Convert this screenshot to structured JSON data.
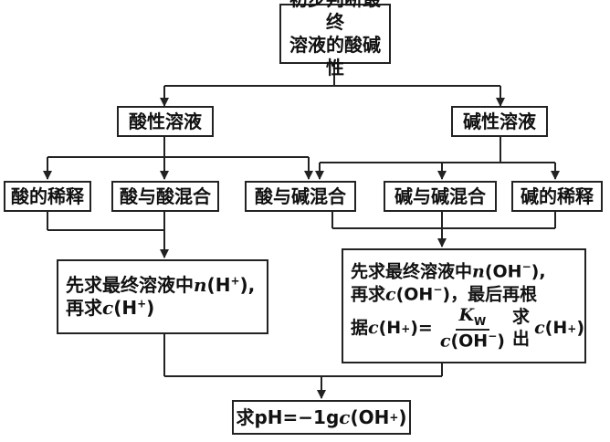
{
  "nodes": {
    "root_line1": "初步判断最终",
    "root_line2": "溶液的酸碱性",
    "acid": "酸性溶液",
    "base": "碱性溶液",
    "acid_dilute": "酸的稀释",
    "acid_acid": "酸与酸混合",
    "acid_base": "酸与碱混合",
    "base_base": "碱与碱混合",
    "base_dilute": "碱的稀释",
    "calc_acid": {
      "l1_a": "先求最终溶液中",
      "l1_n": "n",
      "l1_b": "(H",
      "l1_sup": "+",
      "l1_c": "),",
      "l2_a": "再求",
      "l2_c": "c",
      "l2_b": "(H",
      "l2_sup": "+",
      "l2_d": ")"
    },
    "calc_base": {
      "l1_a": "先求最终溶液中",
      "l1_n": "n",
      "l1_b": "(OH",
      "l1_sup": "−",
      "l1_c": "),",
      "l2_a": "再求",
      "l2_c": "c",
      "l2_b": "(OH",
      "l2_sup": "−",
      "l2_d": ")，最后再根",
      "l3_a": "据",
      "l3_c": "c",
      "l3_b": "(H",
      "l3_sup": "+",
      "l3_eq": ")=",
      "frac_num_k": "K",
      "frac_num_w": "W",
      "frac_den_c": "c",
      "frac_den_b": "(OH",
      "frac_den_sup": "−",
      "frac_den_e": ")",
      "l3_tail_a": "求出",
      "l3_tail_c": "c",
      "l3_tail_b": "(H",
      "l3_tail_sup": "+",
      "l3_tail_d": ")"
    },
    "result": {
      "a": "求pH=−1g",
      "c": "c",
      "b": "(OH",
      "sup": "+",
      "d": ")"
    }
  }
}
